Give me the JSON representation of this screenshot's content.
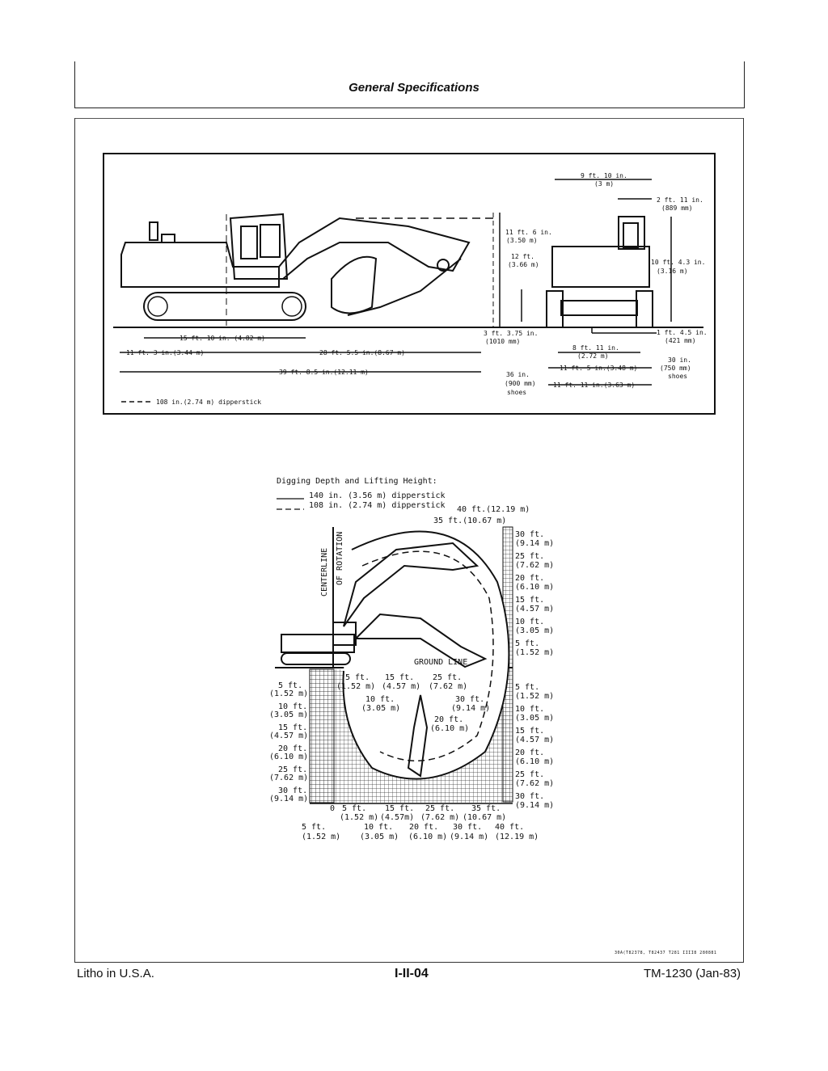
{
  "header": {
    "title": "General Specifications"
  },
  "top_figure": {
    "labels": {
      "top_width": "9 ft. 10 in.",
      "top_width_m": "(3 m)",
      "cab_offset": "2 ft. 11 in.",
      "cab_offset_mm": "(889 mm)",
      "height_1": "11 ft. 6 in.",
      "height_1_m": "(3.50 m)",
      "height_2": "12 ft.",
      "height_2_m": "(3.66 m)",
      "cab_height": "10 ft. 4.3 in.",
      "cab_height_m": "(3.16 m)",
      "track_len": "15 ft. 10 in. (4.82 m)",
      "tail": "11 ft. 3 in.(3.44 m)",
      "front": "28 ft. 5.5 in.(8.67 m)",
      "overall": "39 ft. 8.5 in.(12.11 m)",
      "track_h": "3 ft. 3.75 in.",
      "track_h_mm": "(1010 mm)",
      "gauge": "8 ft. 11 in.",
      "gauge_m": "(2.72 m)",
      "width_1": "11 ft. 5 in.(3.48 m)",
      "width_2": "11 ft. 11 in.(3.63 m)",
      "clear": "1 ft. 4.5 in.",
      "clear_mm": "(421 mm)",
      "shoe36": "36 in.",
      "shoe36_mm": "(900 mm)",
      "shoe36_lbl": "shoes",
      "shoe30": "30 in.",
      "shoe30_mm": "(750 mm)",
      "shoe30_lbl": "shoes",
      "dipper_note": "108 in.(2.74 m) dipperstick"
    }
  },
  "bottom_figure": {
    "title": "Digging Depth and Lifting Height:",
    "legend_solid": "140 in. (3.56 m) dipperstick",
    "legend_dashed": "108 in. (2.74 m) dipperstick",
    "top_40": "40 ft.(12.19 m)",
    "top_35": "35 ft.(10.67 m)",
    "centerline_1": "CENTERLINE",
    "centerline_2": "OF ROTATION",
    "ground_line": "GROUND LINE",
    "right_up": [
      {
        "ft": "30 ft.",
        "m": "(9.14 m)"
      },
      {
        "ft": "25 ft.",
        "m": "(7.62 m)"
      },
      {
        "ft": "20 ft.",
        "m": "(6.10 m)"
      },
      {
        "ft": "15 ft.",
        "m": "(4.57 m)"
      },
      {
        "ft": "10 ft.",
        "m": "(3.05 m)"
      },
      {
        "ft": "5 ft.",
        "m": "(1.52 m)"
      }
    ],
    "right_down": [
      {
        "ft": "5 ft.",
        "m": "(1.52 m)"
      },
      {
        "ft": "10 ft.",
        "m": "(3.05 m)"
      },
      {
        "ft": "15 ft.",
        "m": "(4.57 m)"
      },
      {
        "ft": "20 ft.",
        "m": "(6.10 m)"
      },
      {
        "ft": "25 ft.",
        "m": "(7.62 m)"
      },
      {
        "ft": "30 ft.",
        "m": "(9.14 m)"
      }
    ],
    "left_down": [
      {
        "ft": "5 ft.",
        "m": "(1.52 m)"
      },
      {
        "ft": "10 ft.",
        "m": "(3.05 m)"
      },
      {
        "ft": "15 ft.",
        "m": "(4.57 m)"
      },
      {
        "ft": "20 ft.",
        "m": "(6.10 m)"
      },
      {
        "ft": "25 ft.",
        "m": "(7.62 m)"
      },
      {
        "ft": "30 ft.",
        "m": "(9.14 m)"
      }
    ],
    "inner_top": [
      "5 ft.",
      "(1.52 m)",
      "15 ft.",
      "(4.57 m)",
      "25 ft.",
      "(7.62 m)",
      "10 ft.",
      "(3.05 m)",
      "30 ft.",
      "(9.14 m)",
      "20 ft.",
      "(6.10 m)"
    ],
    "bottom_row1": [
      "0",
      "5 ft.",
      "15 ft.",
      "25 ft.",
      "35 ft."
    ],
    "bottom_row2": [
      "(1.52 m)",
      "(4.57m)",
      "(7.62 m)",
      "(10.67 m)"
    ],
    "bottom_row3": [
      "5 ft.",
      "10 ft.",
      "20 ft.",
      "30 ft.",
      "40 ft."
    ],
    "bottom_row4": [
      "(1.52 m)",
      "(3.05 m)",
      "(6.10 m)",
      "(9.14 m)",
      "(12.19 m)"
    ]
  },
  "small_code": "30A(T82378, T82437 T281 IIII8 280881",
  "footer": {
    "left": "Litho in U.S.A.",
    "center": "I-II-04",
    "right": "TM-1230 (Jan-83)"
  }
}
